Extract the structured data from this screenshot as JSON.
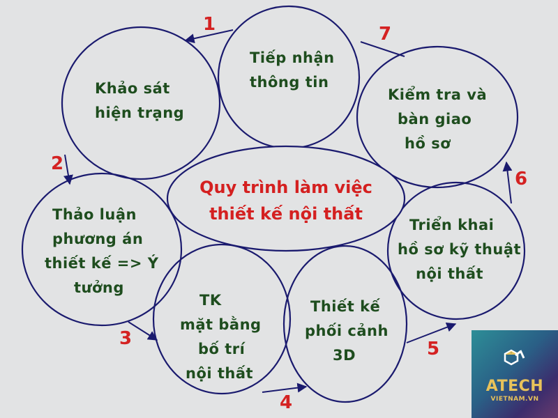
{
  "center": {
    "lines": [
      "Quy trình làm việc",
      "thiết kế nội thất"
    ]
  },
  "nodes": {
    "receive_info": [
      "Tiếp nhận",
      "thông tin"
    ],
    "survey": [
      "Khảo sát",
      "hiện trạng"
    ],
    "discuss": [
      "Thảo luận",
      "phương án",
      "thiết kế => Ý",
      "tưởng"
    ],
    "floor_plan": [
      "TK",
      "mặt bằng",
      "bố trí",
      "nội thất"
    ],
    "perspective": [
      "Thiết kế",
      "phối cảnh",
      "3D"
    ],
    "technical": [
      "Triển khai",
      "hồ sơ kỹ thuật",
      "nội thất"
    ],
    "handover": [
      "Kiểm tra và",
      "bàn giao",
      "hồ sơ"
    ]
  },
  "steps": [
    "1",
    "2",
    "3",
    "4",
    "5",
    "6",
    "7"
  ],
  "logo": {
    "brand": "ATECH",
    "domain": "VIETNAM.VN",
    "icon": "atech-hexagon-logo-icon"
  },
  "colors": {
    "background": "#e2e3e4",
    "node_text": "#1e4d1e",
    "center_text": "#d42020",
    "step_number": "#d42222",
    "outline": "#1a1a6e",
    "logo_text": "#e8c25a"
  }
}
